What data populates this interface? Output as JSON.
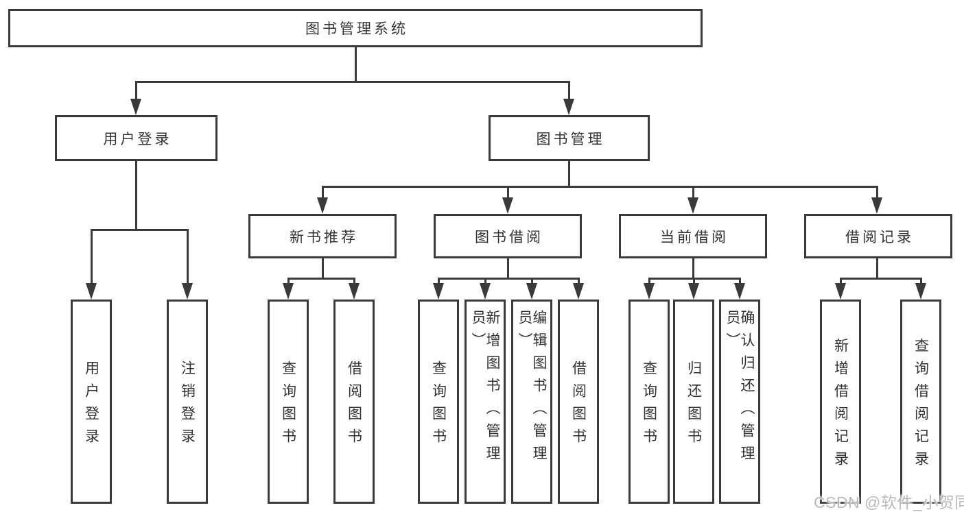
{
  "colors": {
    "line": "#3a3a3a",
    "text": "#333333",
    "background": "#ffffff",
    "box_fill": "#ffffff",
    "watermark": "#b9b9b9"
  },
  "tree": {
    "root": "图书管理系统",
    "children": [
      {
        "label": "用户登录",
        "children": [
          "用户登录",
          "注销登录"
        ]
      },
      {
        "label": "图书管理",
        "children": [
          {
            "label": "新书推荐",
            "children": [
              "查询图书",
              "借阅图书"
            ]
          },
          {
            "label": "图书借阅",
            "children": [
              "查询图书",
              "新增图书（管理员）",
              "编辑图书（管理员）",
              "借阅图书"
            ]
          },
          {
            "label": "当前借阅",
            "children": [
              "查询图书",
              "归还图书",
              "确认归还（管理员）"
            ]
          },
          {
            "label": "借阅记录",
            "children": [
              "新增借阅记录",
              "查询借阅记录"
            ]
          }
        ]
      }
    ]
  },
  "watermark": {
    "text": "CSDN @软件_小贺同学"
  }
}
